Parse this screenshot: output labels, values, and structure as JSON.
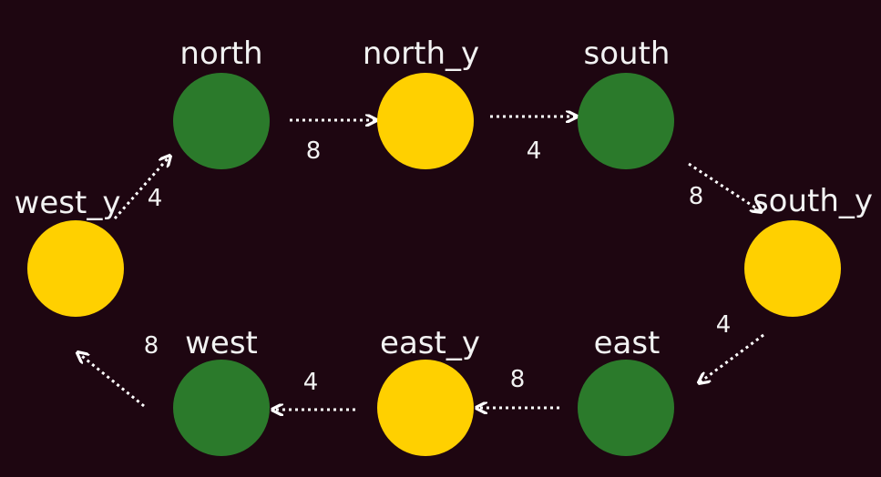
{
  "colors": {
    "background": "#1e0611",
    "green": "#2b7a2b",
    "yellow": "#ffd000",
    "text": "#f2f2f2",
    "edge": "#ffffff"
  },
  "nodes": [
    {
      "id": "north",
      "label": "north",
      "color": "green"
    },
    {
      "id": "north_y",
      "label": "north_y",
      "color": "yellow"
    },
    {
      "id": "south",
      "label": "south",
      "color": "green"
    },
    {
      "id": "south_y",
      "label": "south_y",
      "color": "yellow"
    },
    {
      "id": "east",
      "label": "east",
      "color": "green"
    },
    {
      "id": "east_y",
      "label": "east_y",
      "color": "yellow"
    },
    {
      "id": "west",
      "label": "west",
      "color": "green"
    },
    {
      "id": "west_y",
      "label": "west_y",
      "color": "yellow"
    }
  ],
  "edges": [
    {
      "from": "north",
      "to": "north_y",
      "weight": "8"
    },
    {
      "from": "north_y",
      "to": "south",
      "weight": "4"
    },
    {
      "from": "south",
      "to": "south_y",
      "weight": "8"
    },
    {
      "from": "south_y",
      "to": "east",
      "weight": "4"
    },
    {
      "from": "east",
      "to": "east_y",
      "weight": "8"
    },
    {
      "from": "east_y",
      "to": "west",
      "weight": "4"
    },
    {
      "from": "west",
      "to": "west_y",
      "weight": "8"
    },
    {
      "from": "west_y",
      "to": "north",
      "weight": "4"
    }
  ]
}
